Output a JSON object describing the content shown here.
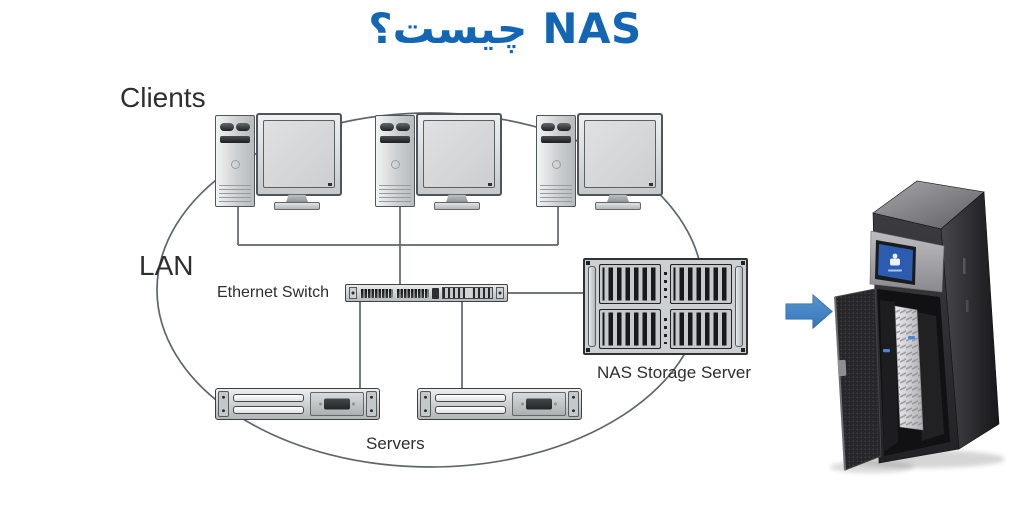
{
  "title": {
    "text": "NAS چیست؟"
  },
  "labels": {
    "clients": "Clients",
    "lan": "LAN",
    "ethernet_switch": "Ethernet Switch",
    "nas_storage_server": "NAS Storage Server",
    "servers": "Servers"
  },
  "colors": {
    "title_blue": "#1565b5",
    "arrow_blue": "#3f82c4",
    "nas_screen_blue": "#2c5cb0",
    "diagram_line_gray": "#5c666c"
  },
  "nodes": {
    "clients": 3,
    "servers": 2,
    "switches": 1,
    "nas_storage_arrays": 1
  }
}
